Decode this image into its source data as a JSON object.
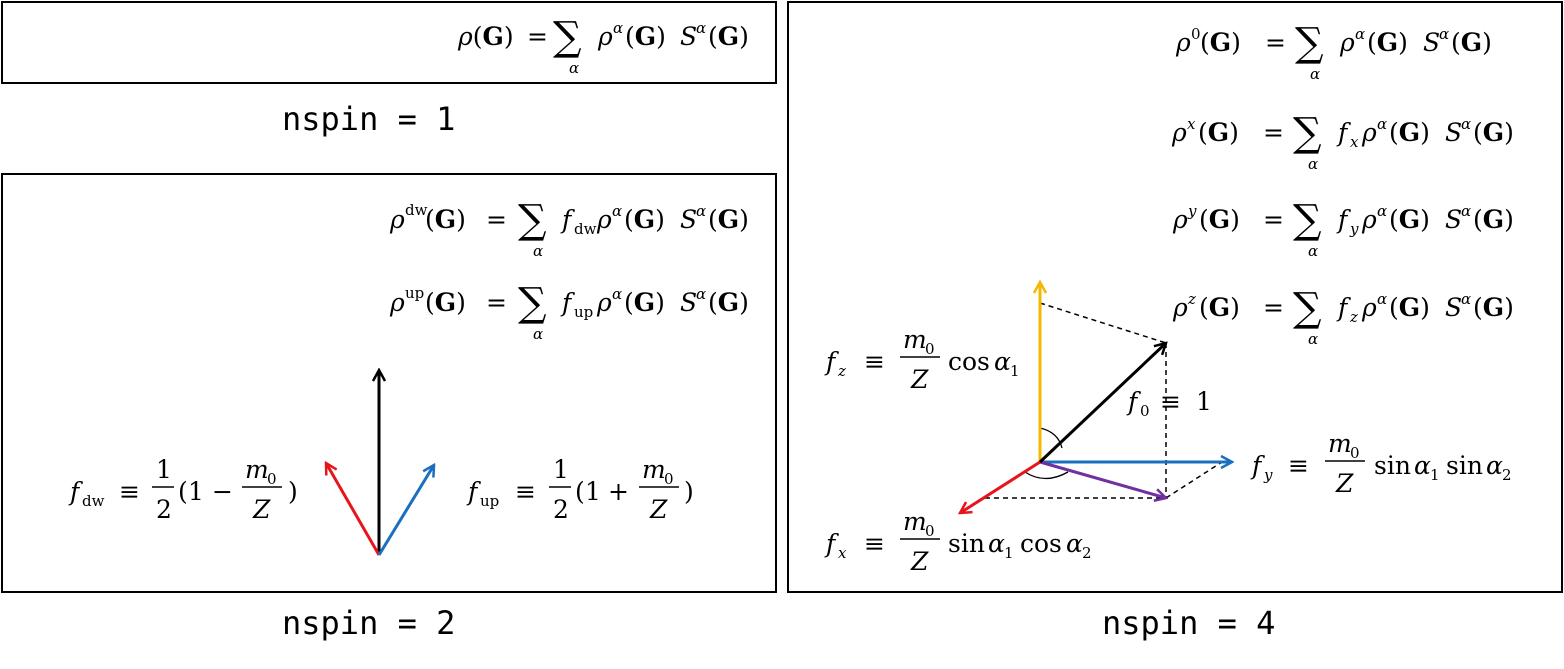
{
  "nspin1": {
    "caption": "nspin = 1",
    "equation": "ρ(G) = Σ_α ρ^α(G) S^α(G)"
  },
  "nspin2": {
    "caption": "nspin = 2",
    "equations": [
      "ρ^dw(G) = Σ_α f_dw ρ^α(G) S^α(G)",
      "ρ^up(G) = Σ_α f_up ρ^α(G) S^α(G)"
    ],
    "f_dw": "f_dw ≡ 1/2 (1 − m_0/Z)",
    "f_up": "f_up ≡ 1/2 (1 + m_0/Z)",
    "arrow_colors": {
      "total": "#000000",
      "dw": "#e8141c",
      "up": "#1a6fbf"
    }
  },
  "nspin4": {
    "caption": "nspin = 4",
    "equations": [
      "ρ^0(G) = Σ_α ρ^α(G) S^α(G)",
      "ρ^x(G) = Σ_α f_x ρ^α(G) S^α(G)",
      "ρ^y(G) = Σ_α f_y ρ^α(G) S^α(G)",
      "ρ^z(G) = Σ_α f_z ρ^α(G) S^α(G)"
    ],
    "f_z": "f_z ≡ m_0/Z cos α_1",
    "f_0": "f_0 ≡ 1",
    "f_y": "f_y ≡ m_0/Z sin α_1 sin α_2",
    "f_x": "f_x ≡ m_0/Z sin α_1 cos α_2",
    "arrow_colors": {
      "z": "#f5b800",
      "y": "#1a6fbf",
      "x": "#e8141c",
      "proj": "#7030a0",
      "total": "#000000"
    }
  },
  "symbols": {
    "rho": "ρ",
    "G": "G",
    "S": "S",
    "alpha": "α",
    "sum": "∑",
    "equiv": "≡",
    "eq": "=",
    "f": "f",
    "m": "m",
    "Z": "Z",
    "one": "1",
    "two": "2",
    "zero": "0",
    "minus": "−",
    "plus": "+",
    "cos": "cos",
    "sin": "sin",
    "dw": "dw",
    "up": "up",
    "x": "x",
    "y": "y",
    "z": "z"
  }
}
